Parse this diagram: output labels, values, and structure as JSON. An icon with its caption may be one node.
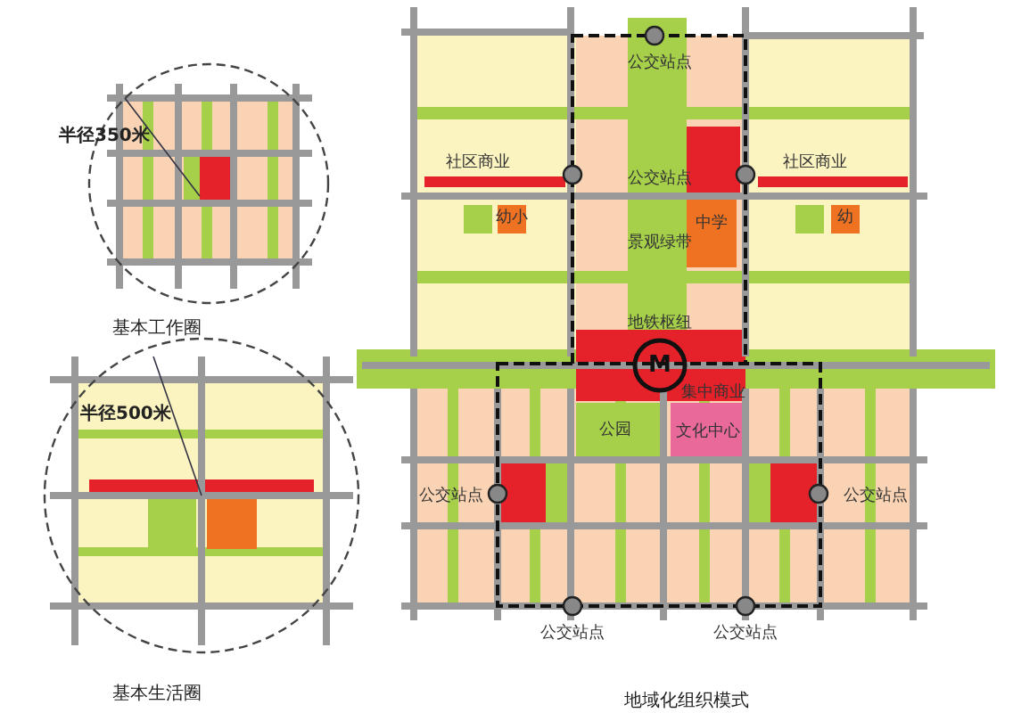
{
  "diagram": {
    "labels": [
      "半径350米",
      "基本工作圈",
      "半径500米",
      "基本生活圈",
      "公交站点",
      "社区商业",
      "公交站点",
      "社区商业",
      "幼小",
      "中学",
      "幼",
      "景观绿带",
      "地铁枢纽",
      "M",
      "集中商业",
      "公园",
      "文化中心",
      "公交站点",
      "公交站点",
      "公交站点",
      "公交站点",
      "地域化组织模式"
    ]
  }
}
